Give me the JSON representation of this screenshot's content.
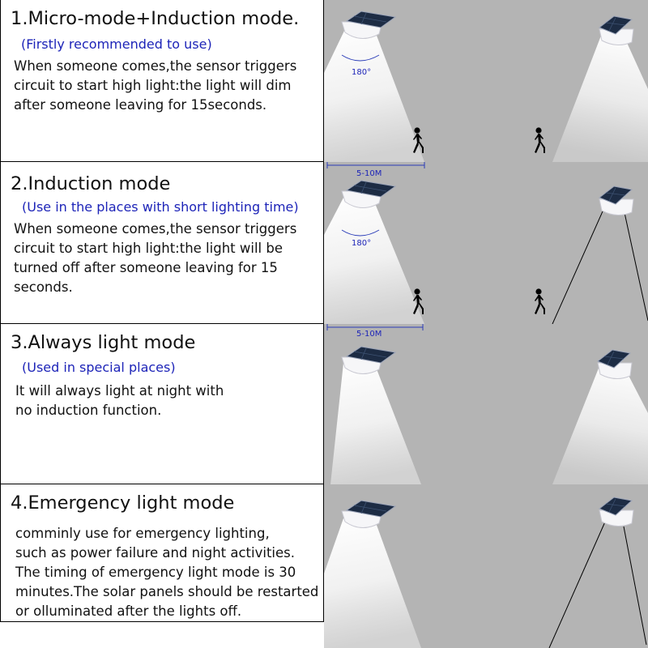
{
  "panels": [
    {
      "title": "1.Micro-mode+Induction mode.",
      "subtitle": "(Firstly recommended to use)",
      "lines": [
        "When someone comes,the sensor triggers",
        "circuit to start high light:the light will dim",
        "after someone leaving for 15seconds."
      ],
      "angle_label": "180°",
      "distance_label": "5-10M",
      "scene_icons": [
        "solar-light-icon",
        "light-beam-icon",
        "walking-person-icon"
      ]
    },
    {
      "title": "2.Induction mode",
      "subtitle": "(Use in the places with short lighting time)",
      "lines": [
        "When someone comes,the sensor triggers",
        "circuit to start high light:the light will be",
        "turned off after someone leaving for 15",
        "seconds."
      ],
      "angle_label": "180°",
      "distance_label": "5-10M",
      "scene_icons": [
        "solar-light-icon",
        "light-beam-icon",
        "walking-person-icon"
      ]
    },
    {
      "title": "3.Always light mode",
      "subtitle": "(Used in special places)",
      "lines": [
        "It will always light at night with",
        "no induction function."
      ],
      "scene_icons": [
        "solar-light-icon",
        "light-beam-icon"
      ]
    },
    {
      "title": "4.Emergency light mode",
      "lines": [
        "comminly use for emergency lighting,",
        "such as power failure and night activities.",
        "The timing of emergency light mode is 30",
        "minutes.The solar panels should be restarted",
        "or olluminated after the lights off."
      ],
      "scene_icons": [
        "solar-light-icon",
        "light-beam-icon"
      ]
    }
  ],
  "colors": {
    "scene_background": "#b4b4b4",
    "subtitle": "#1d24b8",
    "beam": "#ffffff",
    "text": "#111111"
  }
}
